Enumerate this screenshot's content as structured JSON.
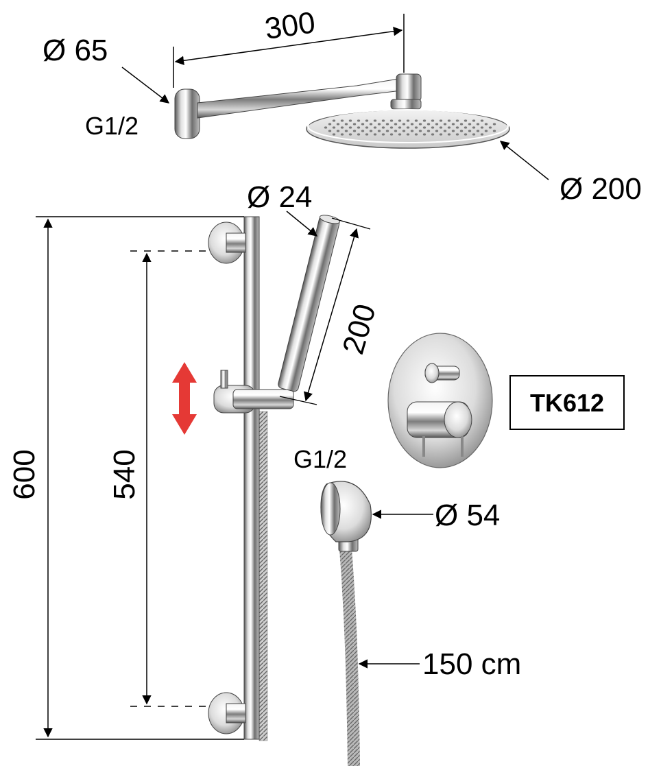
{
  "shower_head": {
    "arm_length": "300",
    "flange_diameter": "Ø 65",
    "connection": "G1/2",
    "head_diameter": "Ø 200"
  },
  "slide_bar": {
    "total_height": "600",
    "bracket_spacing": "540"
  },
  "hand_shower": {
    "diameter": "Ø 24",
    "length": "200"
  },
  "wall_outlet": {
    "connection": "G1/2",
    "diameter": "Ø 54"
  },
  "hose": {
    "length": "150 cm"
  },
  "model": {
    "code": "TK612"
  },
  "colors": {
    "adjust_arrow": "#e53935",
    "line": "#000000"
  }
}
